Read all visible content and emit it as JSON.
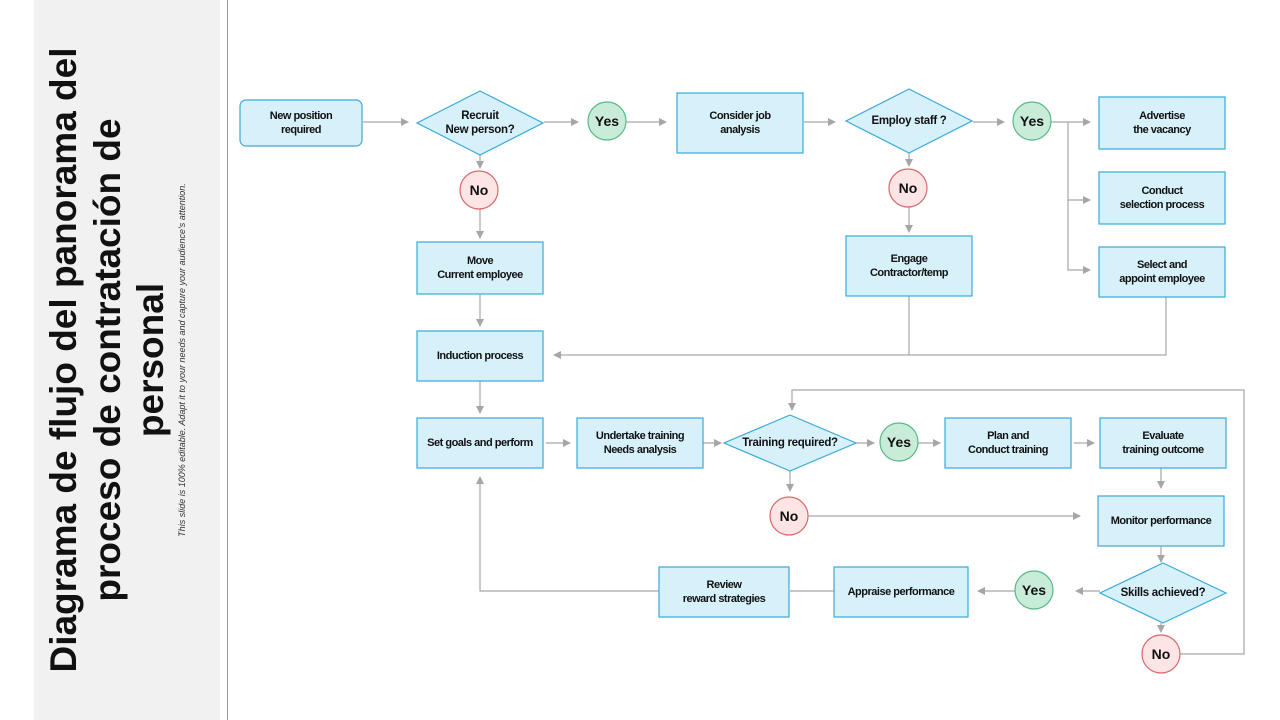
{
  "title": "Diagrama de flujo del panorama del proceso de contratación de personal",
  "subtitle": "This slide is 100% editable. Adapt it to your needs and capture your audience's attention.",
  "colors": {
    "box_fill": "#d7f1fb",
    "box_stroke": "#3aa9d8",
    "yes_fill": "#c9ecd9",
    "yes_stroke": "#58b88a",
    "no_fill": "#fde5e5",
    "no_stroke": "#d9686d",
    "connector": "#a6a6a6"
  },
  "nodes": {
    "new_position": [
      "New position",
      "required"
    ],
    "recruit": [
      "Recruit",
      "New person?"
    ],
    "yes_1": "Yes",
    "consider_job": [
      "Consider job",
      "analysis"
    ],
    "employ_staff": [
      "Employ staff ?"
    ],
    "yes_2": "Yes",
    "advertise": [
      "Advertise",
      "the vacancy"
    ],
    "no_1": "No",
    "no_2": "No",
    "conduct_selection": [
      "Conduct",
      "selection process"
    ],
    "move_employee": [
      "Move",
      "Current employee"
    ],
    "engage_contractor": [
      "Engage",
      "Contractor/temp"
    ],
    "select_appoint": [
      "Select and",
      "appoint employee"
    ],
    "induction": [
      "Induction process"
    ],
    "set_goals": [
      "Set goals and perform"
    ],
    "undertake_training": [
      "Undertake training",
      "Needs analysis"
    ],
    "training_required": [
      "Training required?"
    ],
    "yes_3": "Yes",
    "plan_training": [
      "Plan and",
      "Conduct training"
    ],
    "evaluate": [
      "Evaluate",
      "training outcome"
    ],
    "no_3": "No",
    "monitor": [
      "Monitor performance"
    ],
    "review_reward": [
      "Review",
      "reward strategies"
    ],
    "appraise": [
      "Appraise performance"
    ],
    "yes_4": "Yes",
    "skills_achieved": [
      "Skills achieved?"
    ],
    "no_4": "No"
  }
}
